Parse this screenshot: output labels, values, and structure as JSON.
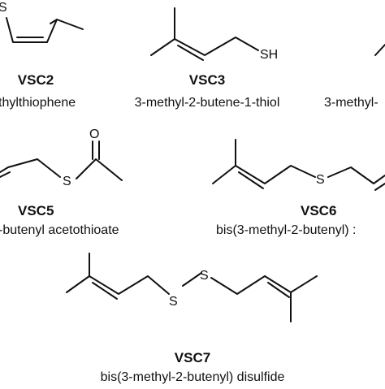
{
  "compounds": [
    {
      "code": "VSC2",
      "name": "thylthiophene"
    },
    {
      "code": "VSC3",
      "name": "3-methyl-2-butene-1-thiol"
    },
    {
      "code": "",
      "name": "3-methyl-"
    },
    {
      "code": "VSC5",
      "name": "-butenyl acetothioate"
    },
    {
      "code": "VSC6",
      "name": "bis(3-methyl-2-butenyl) :"
    },
    {
      "code": "VSC7",
      "name": "bis(3-methyl-2-butenyl) disulfide"
    }
  ],
  "atoms": {
    "sulfur": "S",
    "thiol": "SH",
    "oxygen": "O"
  }
}
